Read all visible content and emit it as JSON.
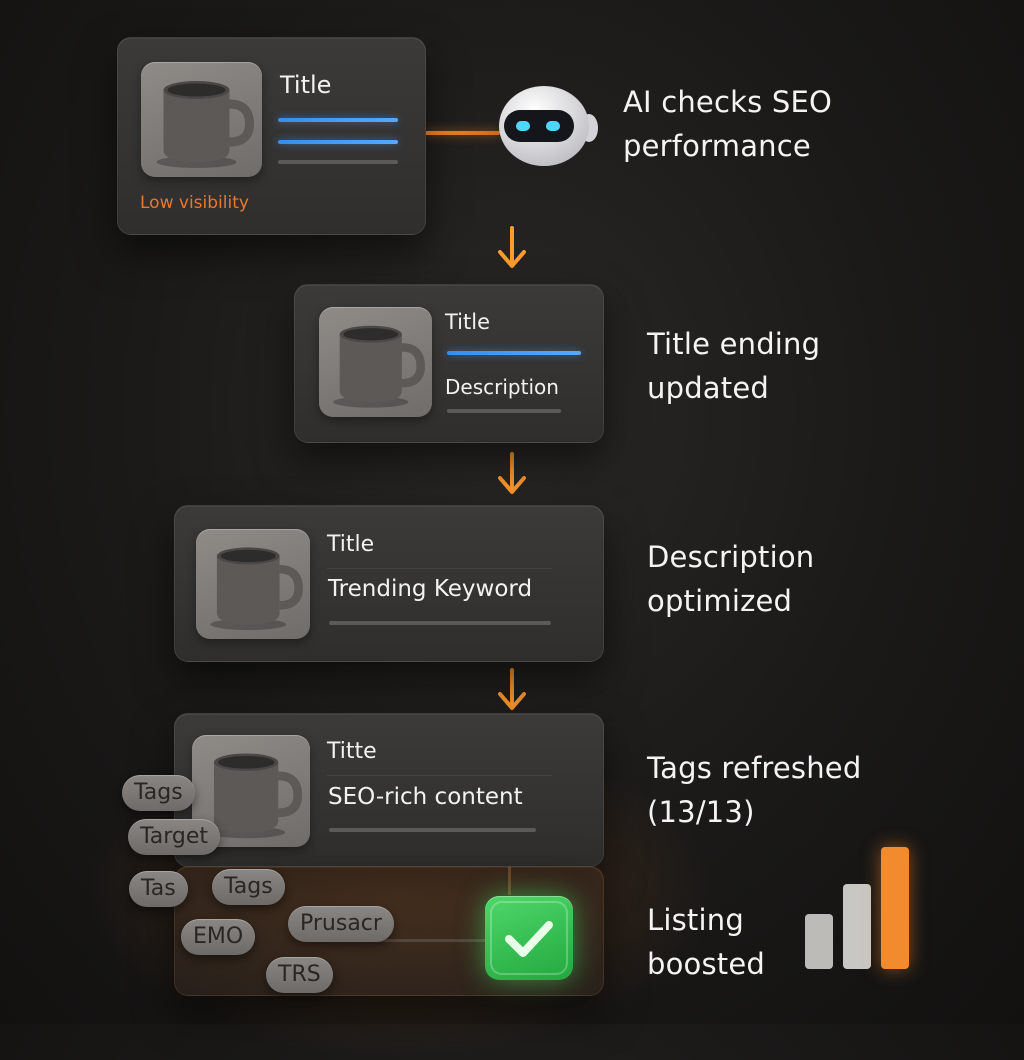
{
  "card1": {
    "title": "Title",
    "status": "Low visibility"
  },
  "card2": {
    "title": "Title",
    "description": "Description"
  },
  "card3": {
    "title": "Title",
    "keyword": "Trending Keyword"
  },
  "card4": {
    "title": "Titte",
    "content": "SEO-rich content"
  },
  "tags": [
    "Tags",
    "Target",
    "Tas",
    "Tags",
    "EMO",
    "Prusacr",
    "TRS"
  ],
  "steps": [
    {
      "line1": "AI checks SEO",
      "line2": "performance"
    },
    {
      "line1": "Title ending",
      "line2": "updated"
    },
    {
      "line1": "Description",
      "line2": "optimized"
    },
    {
      "line1": "Tags refreshed",
      "line2": "(13/13)"
    },
    {
      "line1": "Listing",
      "line2": "boosted"
    }
  ],
  "icons": {
    "robot": "robot-icon",
    "check": "checkmark-icon",
    "arrow": "arrow-down-icon",
    "mug": "mug-icon"
  },
  "colors": {
    "accent": "#ff9a2e",
    "warning": "#e8782f",
    "blue": "#4a9cf5",
    "success": "#3ed25a"
  },
  "boost_chart": {
    "values": [
      0.45,
      0.7,
      1.0
    ],
    "colors": [
      "#bdbbb8",
      "#c9c7c4",
      "#f28a2e"
    ]
  }
}
